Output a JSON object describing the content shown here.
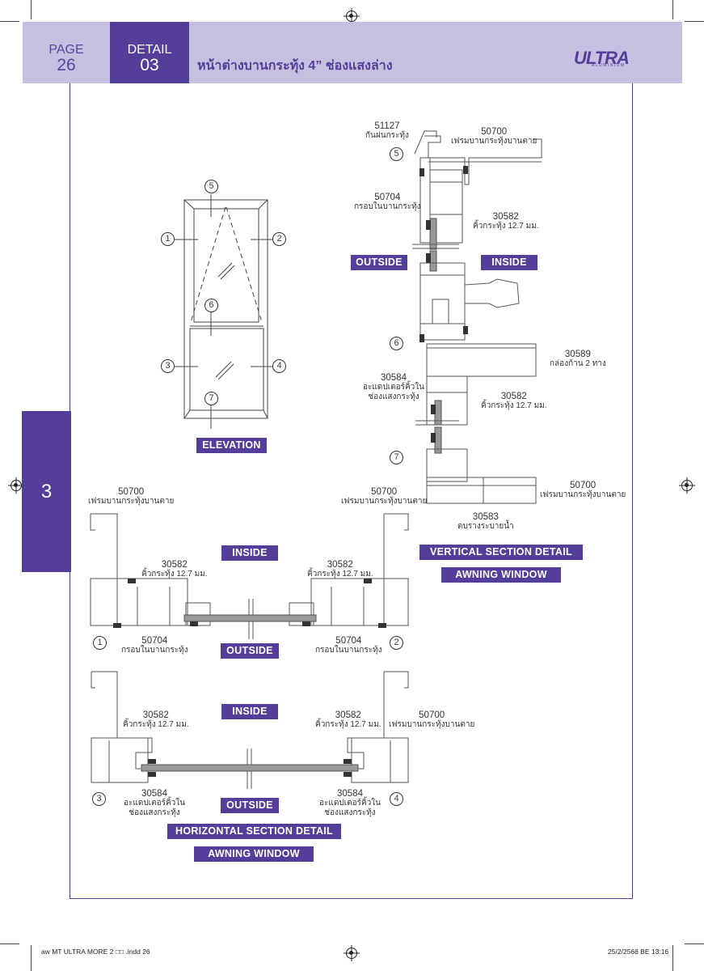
{
  "header": {
    "page_label": "PAGE",
    "page_number": "26",
    "detail_label": "DETAIL",
    "detail_number": "03",
    "title": "หน้าต่างบานกระทุ้ง 4”  ช่องแสงล่าง",
    "logo_text": "ULTRA",
    "logo_subtext": "ALUMINIUM",
    "brand_color": "#553e99",
    "header_bg_color": "#c6c0e0"
  },
  "side_tab": {
    "chapter": "3"
  },
  "elevation": {
    "caption": "ELEVATION",
    "markers": [
      "5",
      "1",
      "2",
      "6",
      "3",
      "4",
      "7"
    ]
  },
  "vertical_section": {
    "outside_label": "OUTSIDE",
    "inside_label": "INSIDE",
    "caption_line1": "VERTICAL SECTION DETAIL",
    "caption_line2": "AWNING WINDOW",
    "markers": {
      "top": "5",
      "middle": "6",
      "bottom": "7"
    },
    "parts": [
      {
        "code": "51127",
        "name": "กันฝนกระทุ้ง"
      },
      {
        "code": "50700",
        "name": "เฟรมบานกระทุ้งบานตาย"
      },
      {
        "code": "50704",
        "name": "กรอบในบานกระทุ้ง"
      },
      {
        "code": "30582",
        "name": "คิ้วกระทุ้ง 12.7 มม."
      },
      {
        "code": "30589",
        "name": "กล่องก้าน 2 ทาง"
      },
      {
        "code": "30584",
        "name": "อะแดปเตอร์คิ้วใน",
        "name2": "ช่องแสงกระทุ้ง"
      },
      {
        "code": "30582",
        "name": "คิ้วกระทุ้ง 12.7 มม."
      },
      {
        "code": "50700",
        "name": "เฟรมบานกระทุ้งบานตาย"
      },
      {
        "code": "30583",
        "name": "ตบรางระบายน้ำ"
      }
    ]
  },
  "horizontal_section_top": {
    "inside_label": "INSIDE",
    "outside_label": "OUTSIDE",
    "markers": {
      "left": "1",
      "right": "2"
    },
    "parts": [
      {
        "code": "50700",
        "name": "เฟรมบานกระทุ้งบานตาย"
      },
      {
        "code": "50700",
        "name": "เฟรมบานกระทุ้งบานตาย"
      },
      {
        "code": "30582",
        "name": "คิ้วกระทุ้ง 12.7 มม."
      },
      {
        "code": "30582",
        "name": "คิ้วกระทุ้ง 12.7 มม."
      },
      {
        "code": "50704",
        "name": "กรอบในบานกระทุ้ง"
      },
      {
        "code": "50704",
        "name": "กรอบในบานกระทุ้ง"
      }
    ]
  },
  "horizontal_section_bottom": {
    "inside_label": "INSIDE",
    "outside_label": "OUTSIDE",
    "caption_line1": "HORIZONTAL SECTION DETAIL",
    "caption_line2": "AWNING WINDOW",
    "markers": {
      "left": "3",
      "right": "4"
    },
    "parts": [
      {
        "code": "30582",
        "name": "คิ้วกระทุ้ง 12.7 มม."
      },
      {
        "code": "30582",
        "name": "คิ้วกระทุ้ง 12.7 มม."
      },
      {
        "code": "50700",
        "name": "เฟรมบานกระทุ้งบานตาย"
      },
      {
        "code": "30584",
        "name": "อะแดปเตอร์คิ้วใน",
        "name2": "ช่องแสงกระทุ้ง"
      },
      {
        "code": "30584",
        "name": "อะแดปเตอร์คิ้วใน",
        "name2": "ช่องแสงกระทุ้ง"
      }
    ]
  },
  "footer": {
    "file_info": "aw MT ULTRA MORE 2 □□ .indd  26",
    "timestamp": "25/2/2568 BE   13:16"
  }
}
